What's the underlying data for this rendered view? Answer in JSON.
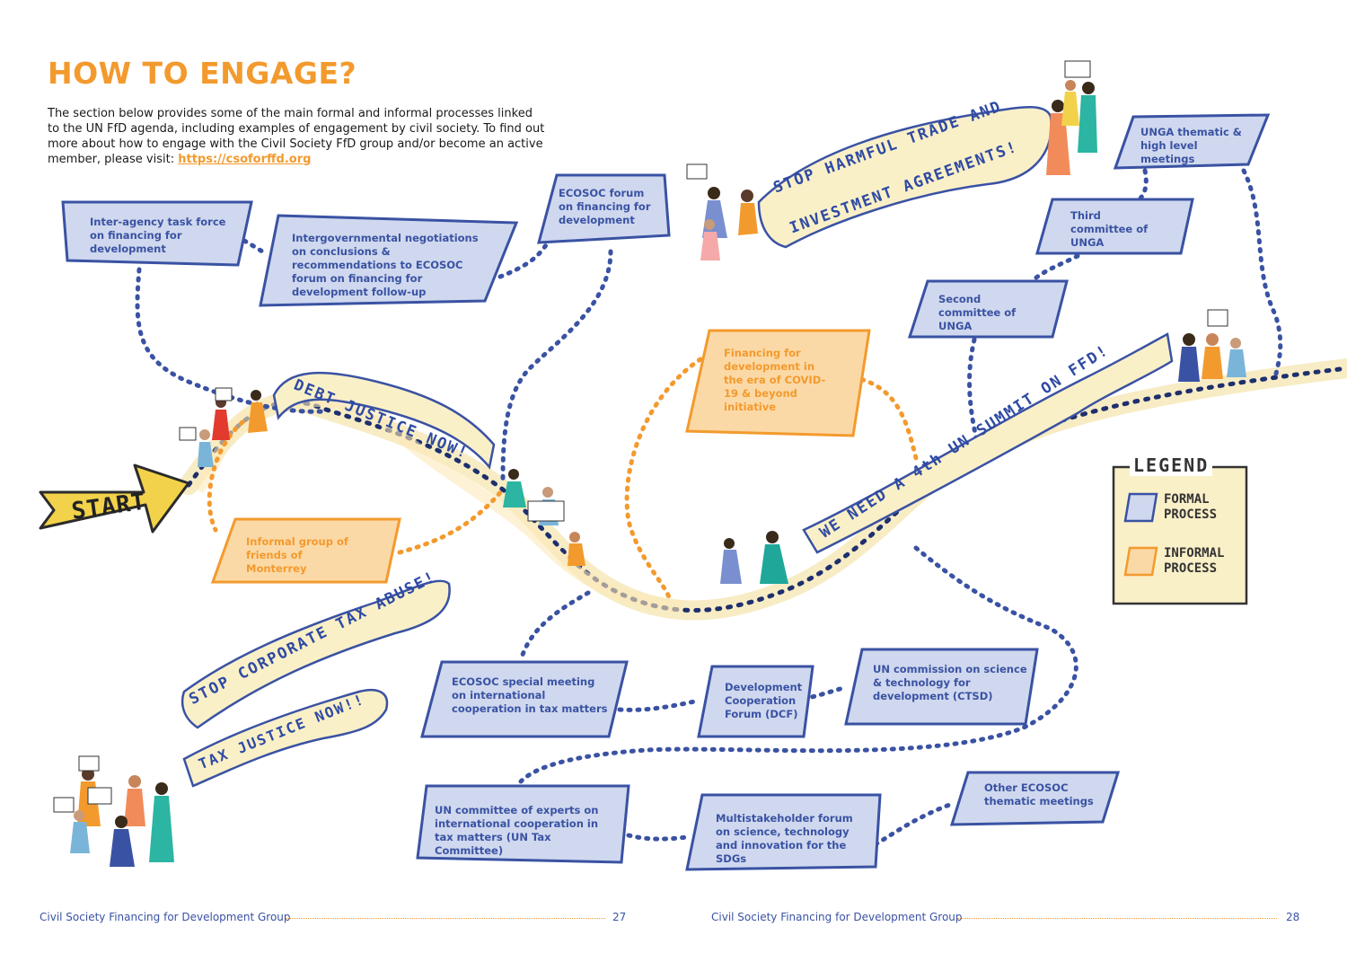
{
  "heading": "HOW TO ENGAGE?",
  "intro": {
    "text": "The section below provides some of the main formal and informal processes linked to the UN FfD agenda, including examples of engagement by civil society. To find out more about how to engage with the Civil Society FfD group and/or become an active member, please visit: ",
    "link": "https://csoforffd.org"
  },
  "start_label": "START",
  "formal_processes": {
    "inter_agency": "Inter-agency task force on financing for development",
    "intergovernmental": "Intergovernmental negotiations on conclusions & recommendations to ECOSOC forum on financing for development follow-up",
    "ecosoc_forum": "ECOSOC forum on financing for development",
    "unga_thematic": "UNGA thematic & high level meetings",
    "third_committee": "Third committee of UNGA",
    "second_committee": "Second committee of UNGA",
    "ecosoc_special": "ECOSOC special meeting on international cooperation in tax matters",
    "dcf": "Development Cooperation Forum (DCF)",
    "ctsd": "UN commission on science & technology for development (CTSD)",
    "tax_committee": "UN committee of experts on international cooperation in tax matters (UN Tax Committee)",
    "multistakeholder": "Multistakeholder forum on science, technology and innovation for the SDGs",
    "other_ecosoc": "Other ECOSOC thematic meetings"
  },
  "informal_processes": {
    "covid": "Financing for development in the era of COVID-19 & beyond initiative",
    "monterrey": "Informal group of friends of Monterrey"
  },
  "banners": {
    "debt": "DEBT JUSTICE NOW!",
    "trade_line1": "STOP HARMFUL TRADE AND",
    "trade_line2": "INVESTMENT AGREEMENTS!",
    "summit": "WE NEED A 4th UN SUMMIT ON FFD!",
    "tax_abuse": "STOP CORPORATE TAX ABUSE!",
    "tax_justice": "TAX JUSTICE NOW!!"
  },
  "legend": {
    "title": "LEGEND",
    "formal": "FORMAL PROCESS",
    "informal": "INFORMAL PROCESS"
  },
  "footer": {
    "left_org": "Civil Society Financing for Development Group",
    "left_page": "27",
    "right_org": "Civil Society Financing for Development Group",
    "right_page": "28"
  },
  "colors": {
    "formal_fill": "#cfd8ee",
    "formal_stroke": "#3a52a3",
    "informal_fill": "#fbd9a6",
    "informal_stroke": "#f39a2e",
    "path": "#f7ecc4",
    "banner_fill": "#faf0c8"
  }
}
